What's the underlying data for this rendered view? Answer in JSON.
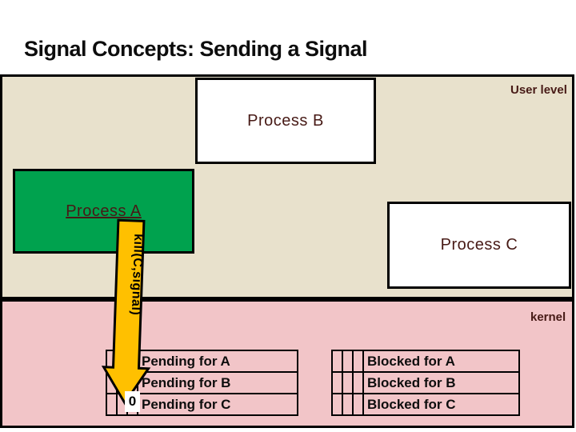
{
  "slide": {
    "title": "Signal Concepts: Sending a Signal"
  },
  "regions": {
    "user": {
      "label": "User level"
    },
    "kernel": {
      "label": "kernel"
    }
  },
  "processes": {
    "a": {
      "label": "Process A"
    },
    "b": {
      "label": "Process B"
    },
    "c": {
      "label": "Process C"
    }
  },
  "arrow": {
    "label": "kill(C,signal)",
    "bit_value": "0"
  },
  "tables": {
    "pending": {
      "rows": [
        "Pending for A",
        "Pending for B",
        "Pending for C"
      ]
    },
    "blocked": {
      "rows": [
        "Blocked for A",
        "Blocked for B",
        "Blocked for C"
      ]
    }
  },
  "colors": {
    "user_area_bg": "#e8e1cc",
    "kernel_area_bg": "#f2c5c8",
    "process_a_bg": "#00a24e",
    "arrow_fill": "#ffc000",
    "label_maroon": "#471a16",
    "border_black": "#000000"
  }
}
